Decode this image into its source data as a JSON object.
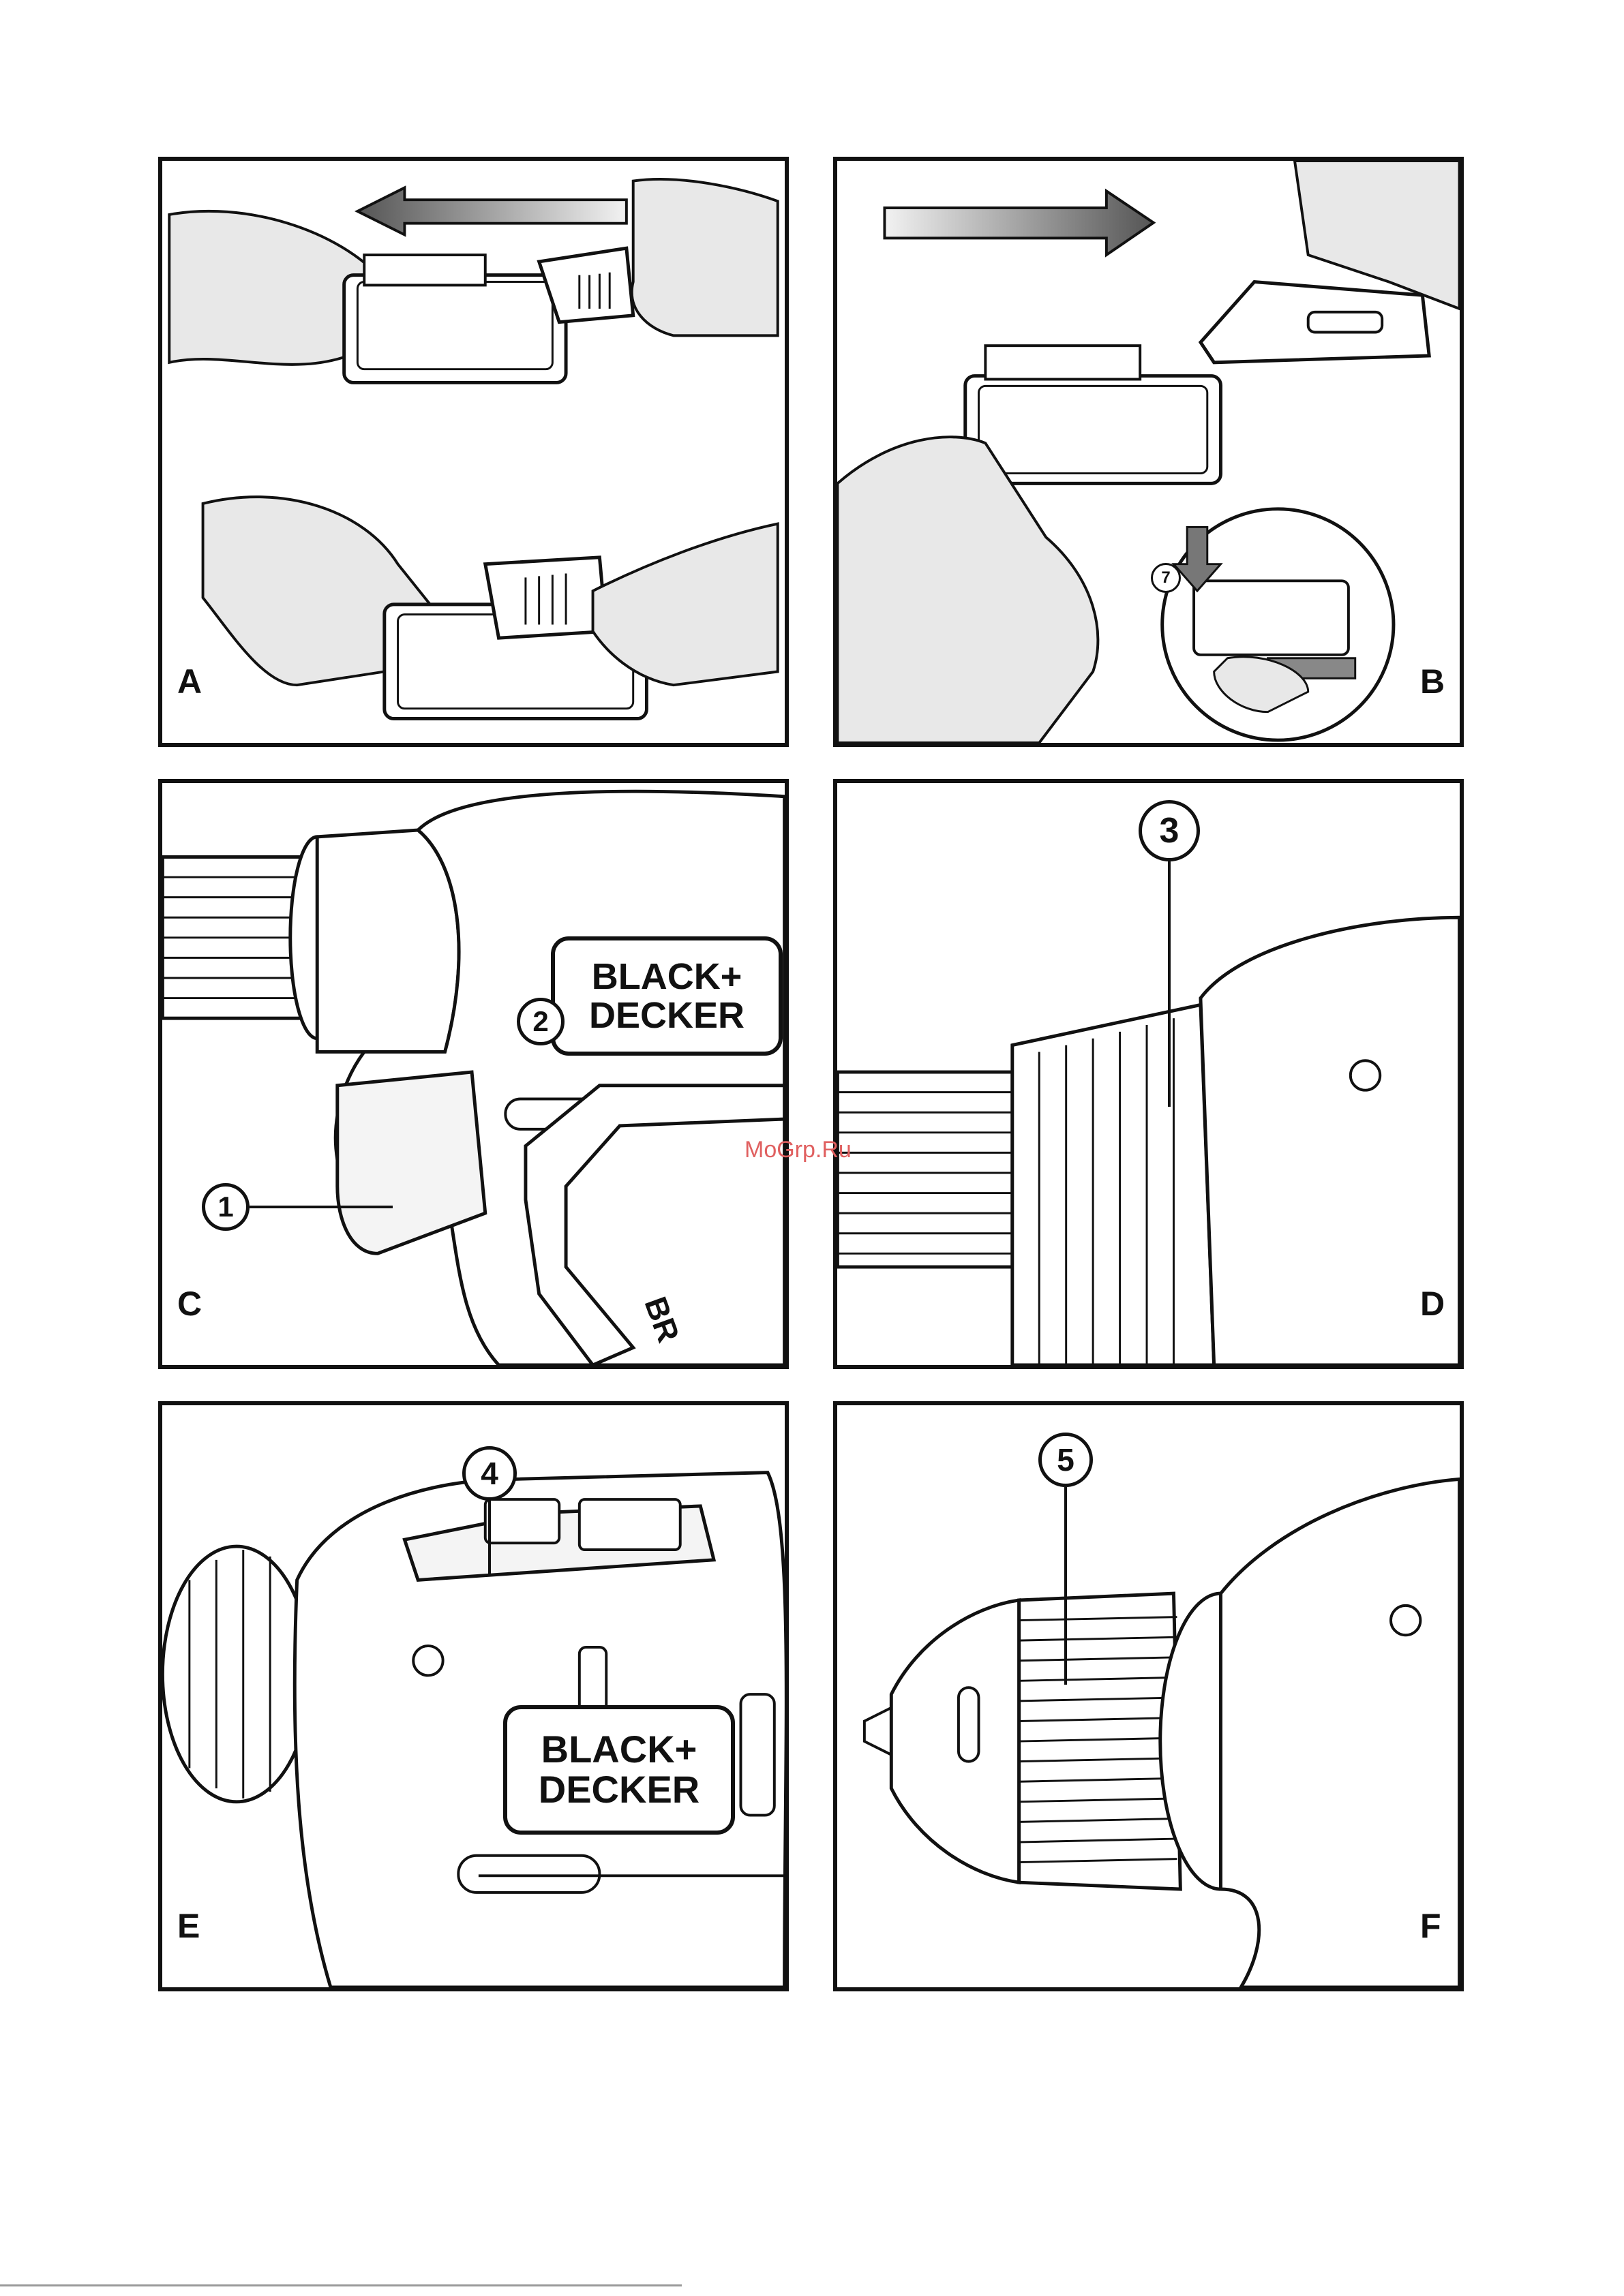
{
  "panels": {
    "a": {
      "label": "A"
    },
    "b": {
      "label": "B",
      "callout": "7"
    },
    "c": {
      "label": "C",
      "callouts": [
        "1",
        "2"
      ],
      "brand_line1": "BLACK+",
      "brand_line2": "DECKER",
      "handle_text": "BR"
    },
    "d": {
      "label": "D",
      "callout": "3"
    },
    "e": {
      "label": "E",
      "callout": "4",
      "brand_line1": "BLACK+",
      "brand_line2": "DECKER"
    },
    "f": {
      "label": "F",
      "callout": "5"
    }
  },
  "watermark": "MoGrp.Ru",
  "colors": {
    "ink": "#111111",
    "skin": "#e8e8e8",
    "arrow_dark": "#666666",
    "arrow_light": "#f2f2f2",
    "watermark": "#e06060"
  }
}
